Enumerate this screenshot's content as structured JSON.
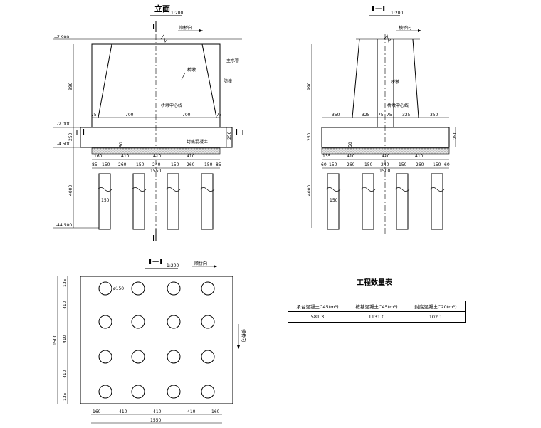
{
  "elevation": {
    "title": "立面",
    "scale": "1:200",
    "section_mark": "I",
    "direction_label": "顺桥向",
    "elev_top": "7.900",
    "elev_mid": "-2.000",
    "elev_cap_bottom": "-4.500",
    "elev_bottom": "-44.500",
    "label_pier": "桥墩",
    "label_pipe": "主水管",
    "label_wall": "防撞",
    "label_centerline": "桥墩中心线",
    "label_seal": "封底混凝土",
    "dim_990": "990",
    "dim_250": "250",
    "dim_4000": "4000",
    "dim_75a": "75",
    "dim_700a": "700",
    "dim_700b": "700",
    "dim_75b": "75",
    "dim_410": [
      "410",
      "410",
      "410"
    ],
    "dim_85a": "85",
    "dim_150a": "150",
    "dim_260a": "260",
    "dim_150b": "150",
    "dim_240": "240",
    "dim_150c": "150",
    "dim_260b": "260",
    "dim_150d": "150",
    "dim_85b": "85",
    "dim_160": "160",
    "dim_1550": "1550",
    "dim_pile": "150",
    "dim_50": "50"
  },
  "section1": {
    "title": "I－I",
    "scale": "1:200",
    "direction_label": "横桥向",
    "label_pier": "桥墩",
    "label_centerline": "桥墩中心线",
    "dim_990": "990",
    "dim_250": "250",
    "dim_4000": "4000",
    "dim_350a": "350",
    "dim_325a": "325",
    "dim_75a": "75",
    "dim_75b": "75",
    "dim_325b": "325",
    "dim_350b": "350",
    "dim_135": "135",
    "dim_410": [
      "410",
      "410",
      "410"
    ],
    "dim_60a": "60",
    "dim_150a": "150",
    "dim_260a": "260",
    "dim_150b": "150",
    "dim_240": "240",
    "dim_150c": "150",
    "dim_260b": "260",
    "dim_150d": "150",
    "dim_60b": "60",
    "dim_1500": "1500",
    "dim_pile": "150",
    "dim_50": "50"
  },
  "plan": {
    "title": "I－I",
    "scale": "1:200",
    "direction_top": "顺桥向",
    "direction_right": "横桥向",
    "pile_dia": "ø150",
    "left_dims": [
      "135",
      "410",
      "410",
      "410",
      "135"
    ],
    "left_total": "1500",
    "bottom_dims": [
      "160",
      "410",
      "410",
      "410",
      "160"
    ],
    "bottom_total": "1550"
  },
  "quantity_table": {
    "title": "工程数量表",
    "headers": [
      "承台混凝土C45(m³)",
      "桩基混凝土C45(m³)",
      "封底混凝土C20(m³)"
    ],
    "values": [
      "581.3",
      "1131.0",
      "102.1"
    ]
  }
}
